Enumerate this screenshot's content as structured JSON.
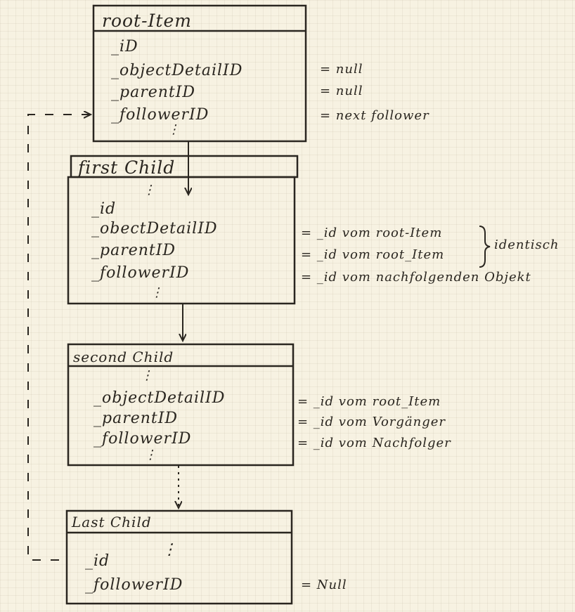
{
  "boxes": {
    "root": {
      "title": "root-Item",
      "fields": [
        "_iD",
        "_objectDetailID",
        "_parentID",
        "_followerID"
      ],
      "notes": [
        "= null",
        "= null",
        "= next follower"
      ]
    },
    "first": {
      "title": "first Child",
      "fields": [
        "_id",
        "_obectDetailID",
        "_parentID",
        "_followerID"
      ],
      "notes": [
        "= _id vom root-Item",
        "= _id vom root_Item",
        "= _id vom nachfolgenden Objekt"
      ],
      "brace_note": "identisch"
    },
    "second": {
      "title": "second Child",
      "fields": [
        "_objectDetailID",
        "_parentID",
        "_followerID"
      ],
      "notes": [
        "= _id vom root_Item",
        "= _id vom Vorgänger",
        "= _id vom Nachfolger"
      ]
    },
    "last": {
      "title": "Last Child",
      "fields": [
        "_id",
        "_followerID"
      ],
      "notes": [
        "= Null"
      ]
    }
  },
  "style": {
    "ink": "#2a2620",
    "paper": "#f7f2e2"
  }
}
